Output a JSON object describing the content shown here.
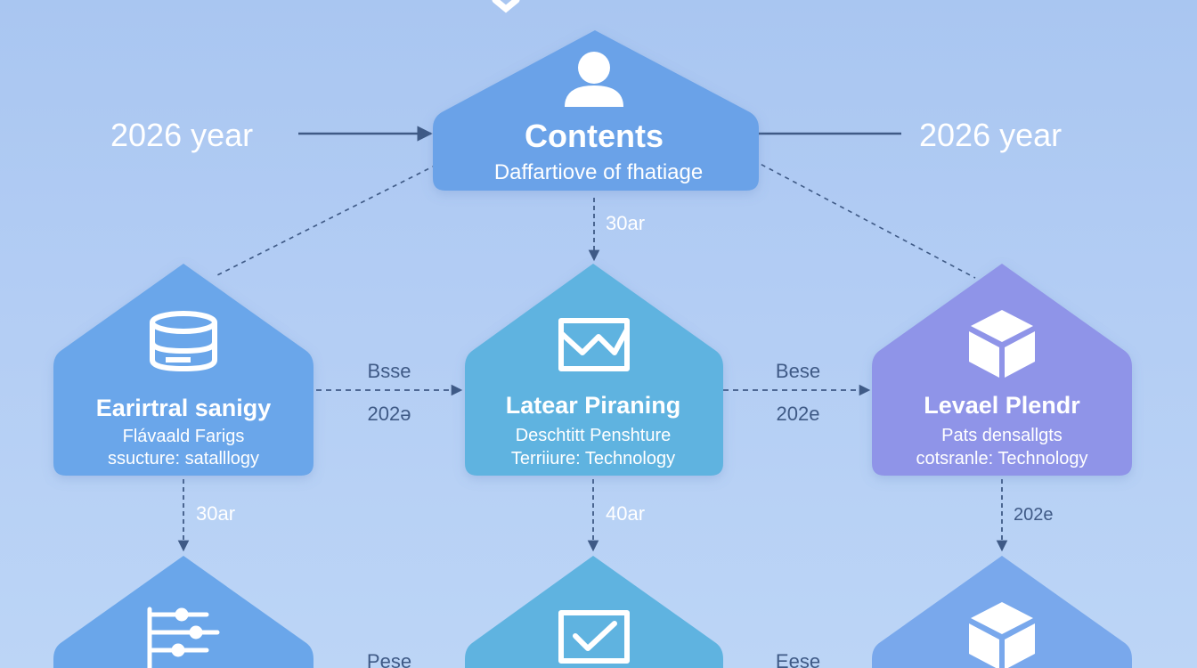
{
  "header": {
    "year_left": "2026 year",
    "year_right": "2026 year"
  },
  "nodes": {
    "contents": {
      "title": "Contents",
      "subtitle": "Daffartiove of fhatiage",
      "icon": "user-icon",
      "color": "#6aa2e8"
    },
    "left": {
      "title": "Earirtral sanigy",
      "line1": "Flávaald Farigs",
      "line2": "ssucture: satalllogy",
      "icon": "database-icon",
      "color": "#6aa6ea"
    },
    "center": {
      "title": "Latear Piraning",
      "line1": "Deschtitt Penshture",
      "line2": "Terriiure: Technology",
      "icon": "mail-icon",
      "color": "#5fb3e0"
    },
    "right": {
      "title": "Levael Plendr",
      "line1": "Pats densallgts",
      "line2": "cotsranle: Technology",
      "icon": "box-icon",
      "color": "#8f94e8"
    },
    "bottom_left": {
      "icon": "sliders-icon",
      "color": "#6aa6ea"
    },
    "bottom_center": {
      "icon": "check-box-icon",
      "color": "#5fb3e0"
    },
    "bottom_right": {
      "icon": "box-icon",
      "color": "#79a8ec"
    }
  },
  "edges": {
    "contents_to_center": "30ar",
    "left_to_center_top": "Bsse",
    "left_to_center_bottom": "202ə",
    "center_to_right_top": "Bese",
    "center_to_right_bottom": "202e",
    "left_down": "30ar",
    "center_down": "40ar",
    "right_down": "202e",
    "bottom_left_label": "Pese",
    "bottom_right_label": "Eese"
  },
  "colors": {
    "edge": "#3f5a86",
    "text_white": "#ffffff"
  }
}
